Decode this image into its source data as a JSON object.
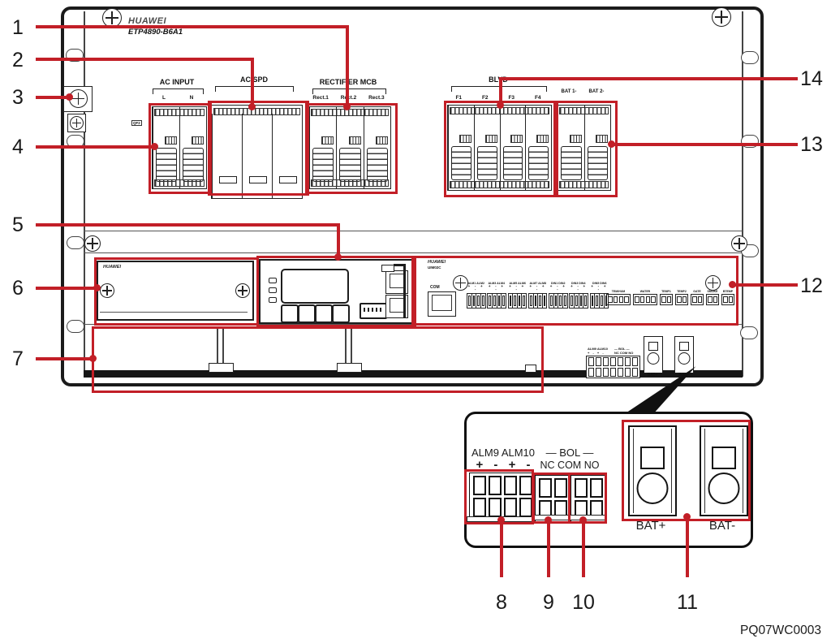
{
  "device": {
    "brand": "HUAWEI",
    "model": "ETP4890-B6A1"
  },
  "figure_code": "PQ07WC0003",
  "colors": {
    "callout_red": "#c21f27"
  },
  "callouts": {
    "c1": "1",
    "c2": "2",
    "c3": "3",
    "c4": "4",
    "c5": "5",
    "c6": "6",
    "c7": "7",
    "c8": "8",
    "c9": "9",
    "c10": "10",
    "c11": "11",
    "c12": "12",
    "c13": "13",
    "c14": "14"
  },
  "top_row": {
    "ac_input": {
      "label": "AC INPUT",
      "breaker_id": "QF2",
      "poles": [
        "L",
        "N"
      ]
    },
    "ac_spd": {
      "label": "AC SPD",
      "modules": 3
    },
    "rectifier_mcb": {
      "label": "RECTIFIER MCB",
      "poles": [
        "Rect.1",
        "Rect.2",
        "Rect.3"
      ]
    },
    "blvd": {
      "label": "BLVD",
      "poles": [
        "F1",
        "F2",
        "F3",
        "F4"
      ]
    },
    "battery_breakers": {
      "poles": [
        "BAT 1-",
        "BAT 2-"
      ]
    }
  },
  "middle_row": {
    "blank_panel": {
      "brand": "HUAWEI"
    },
    "monitoring_module": {
      "leds": 3,
      "buttons": 4,
      "network_ports": 2
    },
    "interface_board": {
      "brand": "HUAWEI",
      "model": "UIM02C",
      "com_label": "COM",
      "polarity": "+ - + -",
      "signal_groups": [
        "ALM1 ALM2",
        "ALM3 ALM4",
        "ALM5 ALM6",
        "ALM7 ALM8",
        "DIN1 DIN2",
        "DIN3 DIN4",
        "DIN5 DIN6"
      ],
      "sensors": [
        {
          "label": "TEM/HUM",
          "pins": 4
        },
        {
          "label": "WATER",
          "pins": 4
        },
        {
          "label": "TEMP1",
          "pins": 2
        },
        {
          "label": "TEMP2",
          "pins": 2
        },
        {
          "label": "GATE",
          "pins": 2
        },
        {
          "label": "SMOKE",
          "pins": 2
        },
        {
          "label": "BTEMP",
          "pins": 2
        }
      ]
    }
  },
  "panel_terminals": {
    "row1_left": "ALM9 ALM10",
    "row1_right": "— BOL —",
    "row2_left": "+ - + -",
    "row2_right": "NC COM NO",
    "bat_plus": "BAT+",
    "bat_minus": "BAT-"
  },
  "detail_view": {
    "alm_label": "ALM9 ALM10",
    "alm_polarity": "+ - + -",
    "bol_label": "— BOL —",
    "bol_pins": "NC COM NO",
    "bat_plus": "BAT+",
    "bat_minus": "BAT-"
  }
}
